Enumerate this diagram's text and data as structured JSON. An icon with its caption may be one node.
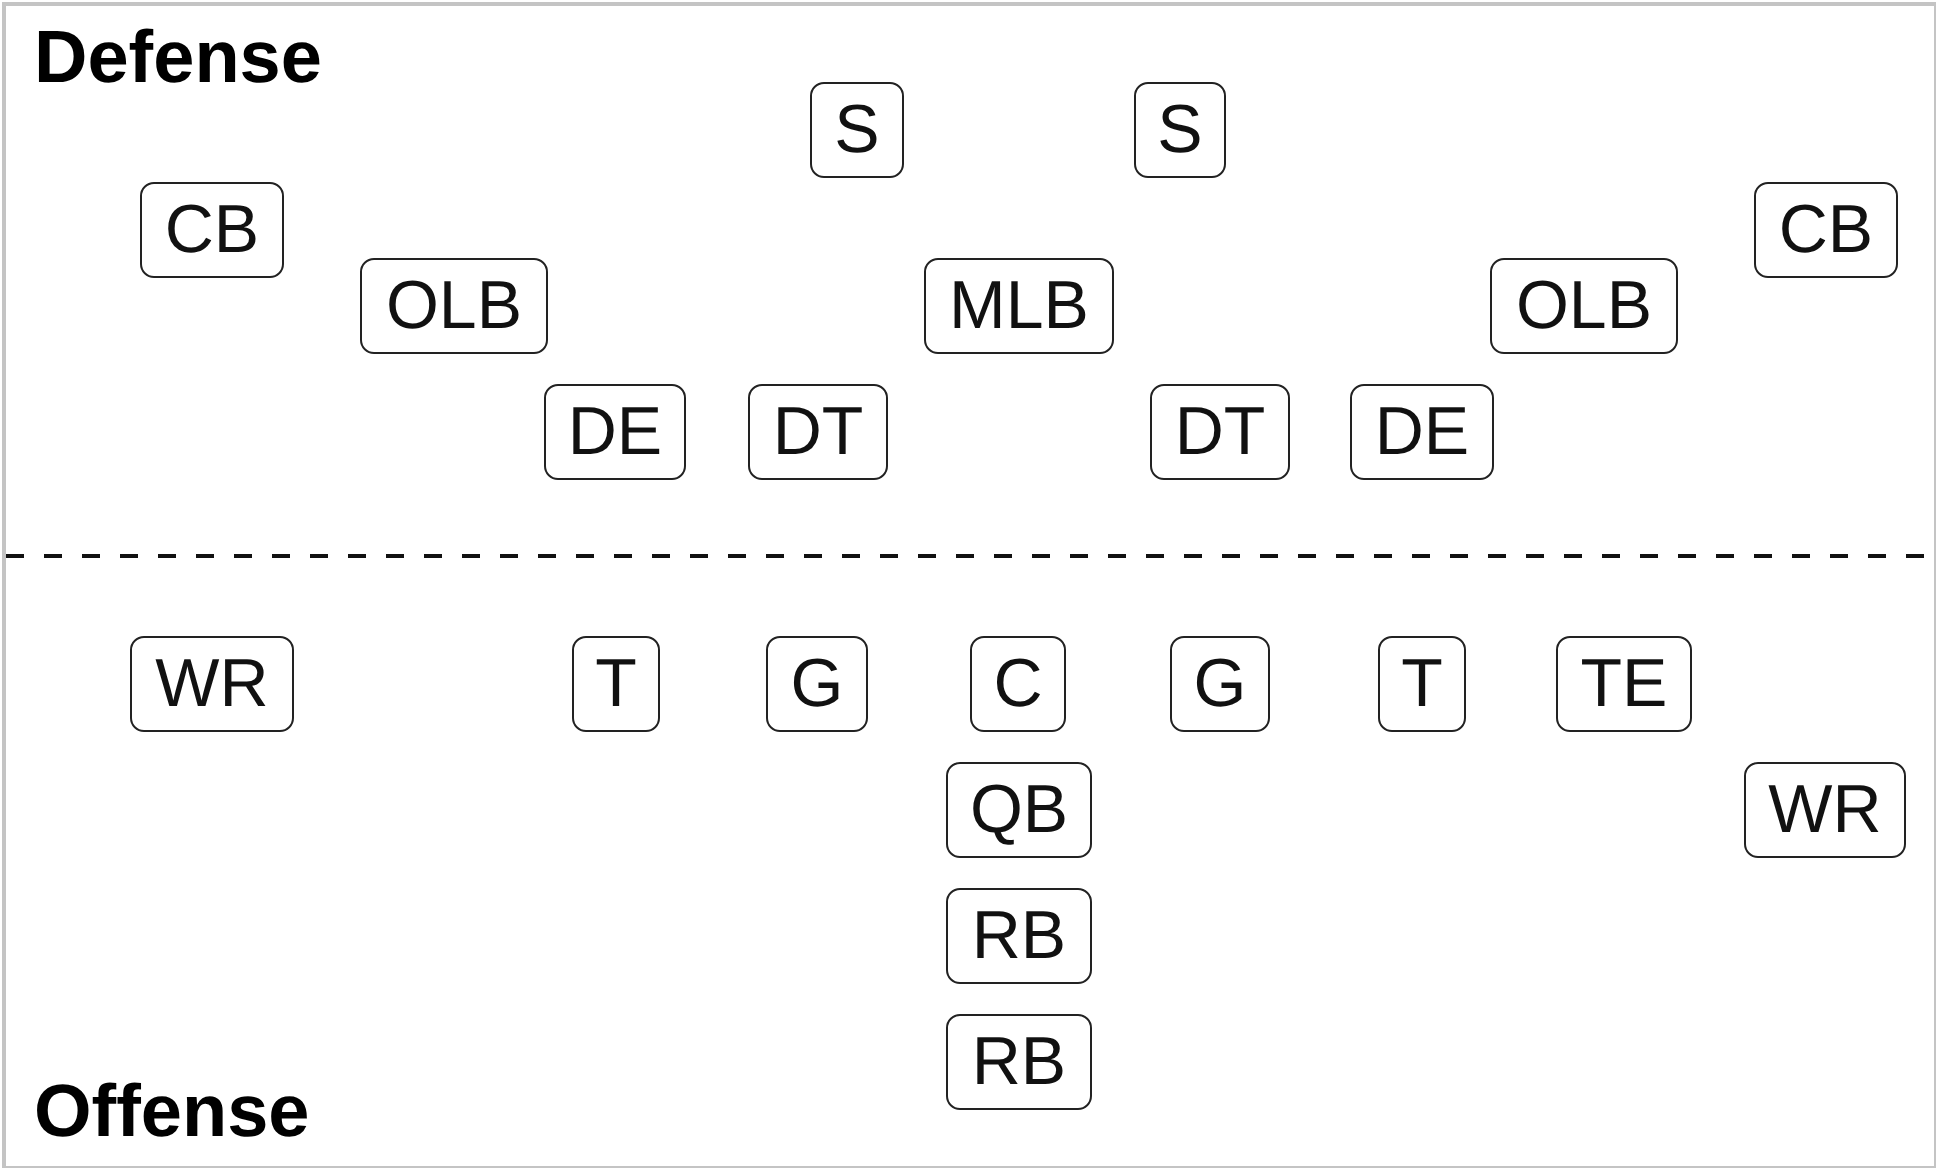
{
  "diagram": {
    "nodes": [
      {
        "text": [
          "S"
        ]
      },
      {
        "text": [
          "S"
        ]
      },
      {
        "text": [
          "CB"
        ]
      },
      {
        "text": [
          "CB"
        ]
      },
      {
        "text": [
          "OLB"
        ]
      },
      {
        "text": [
          "MLB"
        ]
      },
      {
        "text": [
          "OLB"
        ]
      },
      {
        "text": [
          "DE"
        ]
      },
      {
        "text": [
          "DT"
        ]
      },
      {
        "text": [
          "DT"
        ]
      },
      {
        "text": [
          "DE"
        ]
      },
      {
        "text": [
          "WR"
        ]
      },
      {
        "text": [
          "T"
        ]
      },
      {
        "text": [
          "G"
        ]
      },
      {
        "text": [
          "C"
        ]
      },
      {
        "text": [
          "G"
        ]
      },
      {
        "text": [
          "T"
        ]
      },
      {
        "text": [
          "TE"
        ]
      },
      {
        "text": [
          "QB"
        ]
      },
      {
        "text": [
          "WR"
        ]
      },
      {
        "text": [
          "RB"
        ]
      },
      {
        "text": [
          "RB"
        ]
      }
    ],
    "labels": [
      "Defense",
      "Offense"
    ]
  }
}
